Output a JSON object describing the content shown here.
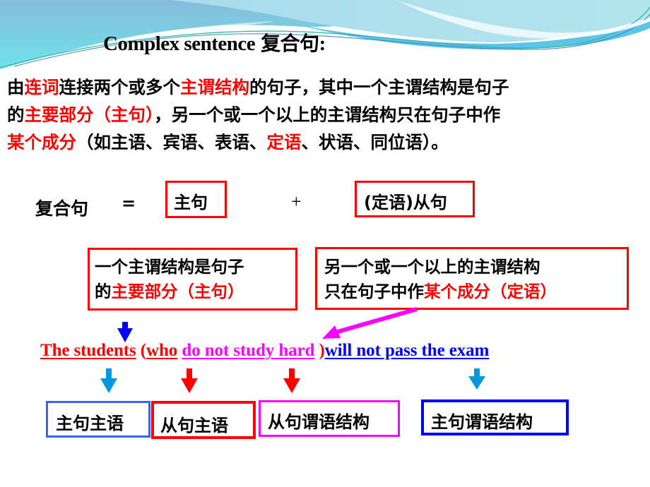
{
  "slide": {
    "title_en": "Complex sentence",
    "title_cn": "复合句",
    "title_colon": ":",
    "definition": {
      "line1": [
        {
          "text": "由",
          "color": "#000000"
        },
        {
          "text": "连词",
          "color": "#ff0000"
        },
        {
          "text": "连接两个或多个",
          "color": "#000000"
        },
        {
          "text": "主谓结构",
          "color": "#ff0000"
        },
        {
          "text": "的句子，其中一个主谓结构是句子",
          "color": "#000000"
        }
      ],
      "line2": [
        {
          "text": "的",
          "color": "#000000"
        },
        {
          "text": "主要部分（主句）",
          "color": "#ff0000"
        },
        {
          "text": "，另一个或一个以上的主谓结构只在句子中作",
          "color": "#000000"
        }
      ],
      "line3": [
        {
          "text": "某个成分",
          "color": "#ff0000"
        },
        {
          "text": "（如主语、宾语、表语、",
          "color": "#000000"
        },
        {
          "text": "定语",
          "color": "#ff0000"
        },
        {
          "text": "、状语、同位语）。",
          "color": "#000000"
        }
      ]
    },
    "equation": {
      "label": "复合句",
      "equals": "=",
      "main_clause": "主句",
      "plus": "+",
      "sub_clause": "(定语)从句"
    },
    "desc_main": {
      "line1": "一个主谓结构是句子",
      "line2_black": "的",
      "line2_red": "主要部分（主句）"
    },
    "desc_sub": {
      "line1": "另一个或一个以上的主谓结构",
      "line2_black": "只在句子中作",
      "line2_red": "某个成分（定语）"
    },
    "example": {
      "part1": "The students",
      "paren_open": " (",
      "part2": "who",
      "space": " ",
      "part3": "do not study hard",
      "paren_close": " )",
      "part4": "will not pass the exam"
    },
    "labels": {
      "main_subject": "主句主语",
      "sub_subject": "从句主语",
      "sub_predicate": "从句谓语结构",
      "main_predicate": "主句谓语结构"
    },
    "colors": {
      "red": "#ff0000",
      "magenta": "#ff00ff",
      "blue": "#0000ff",
      "light_blue": "#3366ff",
      "cyan_arrow": "#0099dd"
    }
  }
}
